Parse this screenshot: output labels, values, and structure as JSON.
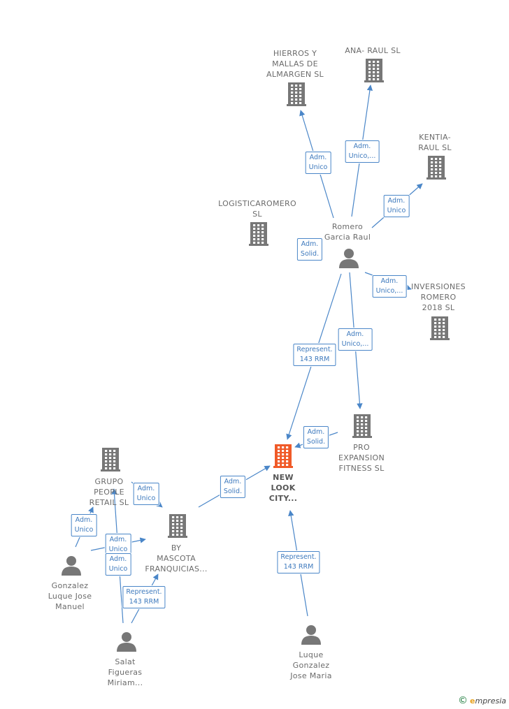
{
  "nodes": [
    {
      "id": "hierros",
      "type": "company",
      "label": "HIERROS Y\nMALLAS DE\nALMARGEN SL",
      "color": "#777777"
    },
    {
      "id": "ana",
      "type": "company",
      "label": "ANA- RAUL SL",
      "color": "#777777"
    },
    {
      "id": "kentia",
      "type": "company",
      "label": "KENTIA-\nRAUL SL",
      "color": "#777777"
    },
    {
      "id": "logistica",
      "type": "company",
      "label": "LOGISTICAROMERO\nSL",
      "color": "#777777"
    },
    {
      "id": "romero",
      "type": "person",
      "label": "Romero\nGarcia Raul",
      "color": "#777777"
    },
    {
      "id": "inversiones",
      "type": "company",
      "label": "INVERSIONES\nROMERO\n2018  SL",
      "color": "#777777"
    },
    {
      "id": "pro",
      "type": "company",
      "label": "PRO\nEXPANSION\nFITNESS  SL",
      "color": "#777777"
    },
    {
      "id": "newlook",
      "type": "company",
      "label": "NEW\nLOOK\nCITY...",
      "color": "#f05a28",
      "focus": true
    },
    {
      "id": "grupo",
      "type": "company",
      "label": "GRUPO\nPEOPLE\nRETAIL  SL",
      "color": "#777777"
    },
    {
      "id": "bymascota",
      "type": "company",
      "label": "BY\nMASCOTA\nFRANQUICIAS...",
      "color": "#777777"
    },
    {
      "id": "gonzalez",
      "type": "person",
      "label": "Gonzalez\nLuque Jose\nManuel",
      "color": "#777777"
    },
    {
      "id": "salat",
      "type": "person",
      "label": "Salat\nFigueras\nMiriam...",
      "color": "#777777"
    },
    {
      "id": "luque",
      "type": "person",
      "label": "Luque\nGonzalez\nJose Maria",
      "color": "#777777"
    }
  ],
  "edges": [
    {
      "from": "romero",
      "to": "hierros",
      "label": "Adm.\nUnico"
    },
    {
      "from": "romero",
      "to": "ana",
      "label": "Adm.\nUnico,..."
    },
    {
      "from": "romero",
      "to": "kentia",
      "label": "Adm.\nUnico"
    },
    {
      "from": "romero",
      "to": "logistica",
      "label": "Adm.\nSolid."
    },
    {
      "from": "romero",
      "to": "inversiones",
      "label": "Adm.\nUnico,..."
    },
    {
      "from": "romero",
      "to": "pro",
      "label": "Adm.\nUnico,..."
    },
    {
      "from": "romero",
      "to": "newlook",
      "label": "Represent.\n143 RRM"
    },
    {
      "from": "pro",
      "to": "newlook",
      "label": "Adm.\nSolid."
    },
    {
      "from": "bymascota",
      "to": "newlook",
      "label": "Adm.\nSolid."
    },
    {
      "from": "luque",
      "to": "newlook",
      "label": "Represent.\n143 RRM"
    },
    {
      "from": "gonzalez",
      "to": "grupo",
      "label": "Adm.\nUnico"
    },
    {
      "from": "grupo",
      "to": "bymascota",
      "label": "Adm.\nUnico"
    },
    {
      "from": "gonzalez",
      "to": "bymascota",
      "label": "Adm.\nUnico"
    },
    {
      "from": "salat",
      "to": "grupo",
      "label": "Adm.\nUnico"
    },
    {
      "from": "salat",
      "to": "bymascota",
      "label": "Represent.\n143 RRM"
    }
  ],
  "footer": {
    "copyright": "©",
    "brand_initial": "e",
    "brand_rest": "mpresia"
  },
  "colors": {
    "edge": "#4a86c8",
    "edge_text": "#3d79bd",
    "node": "#777777",
    "focus": "#f05a28"
  }
}
